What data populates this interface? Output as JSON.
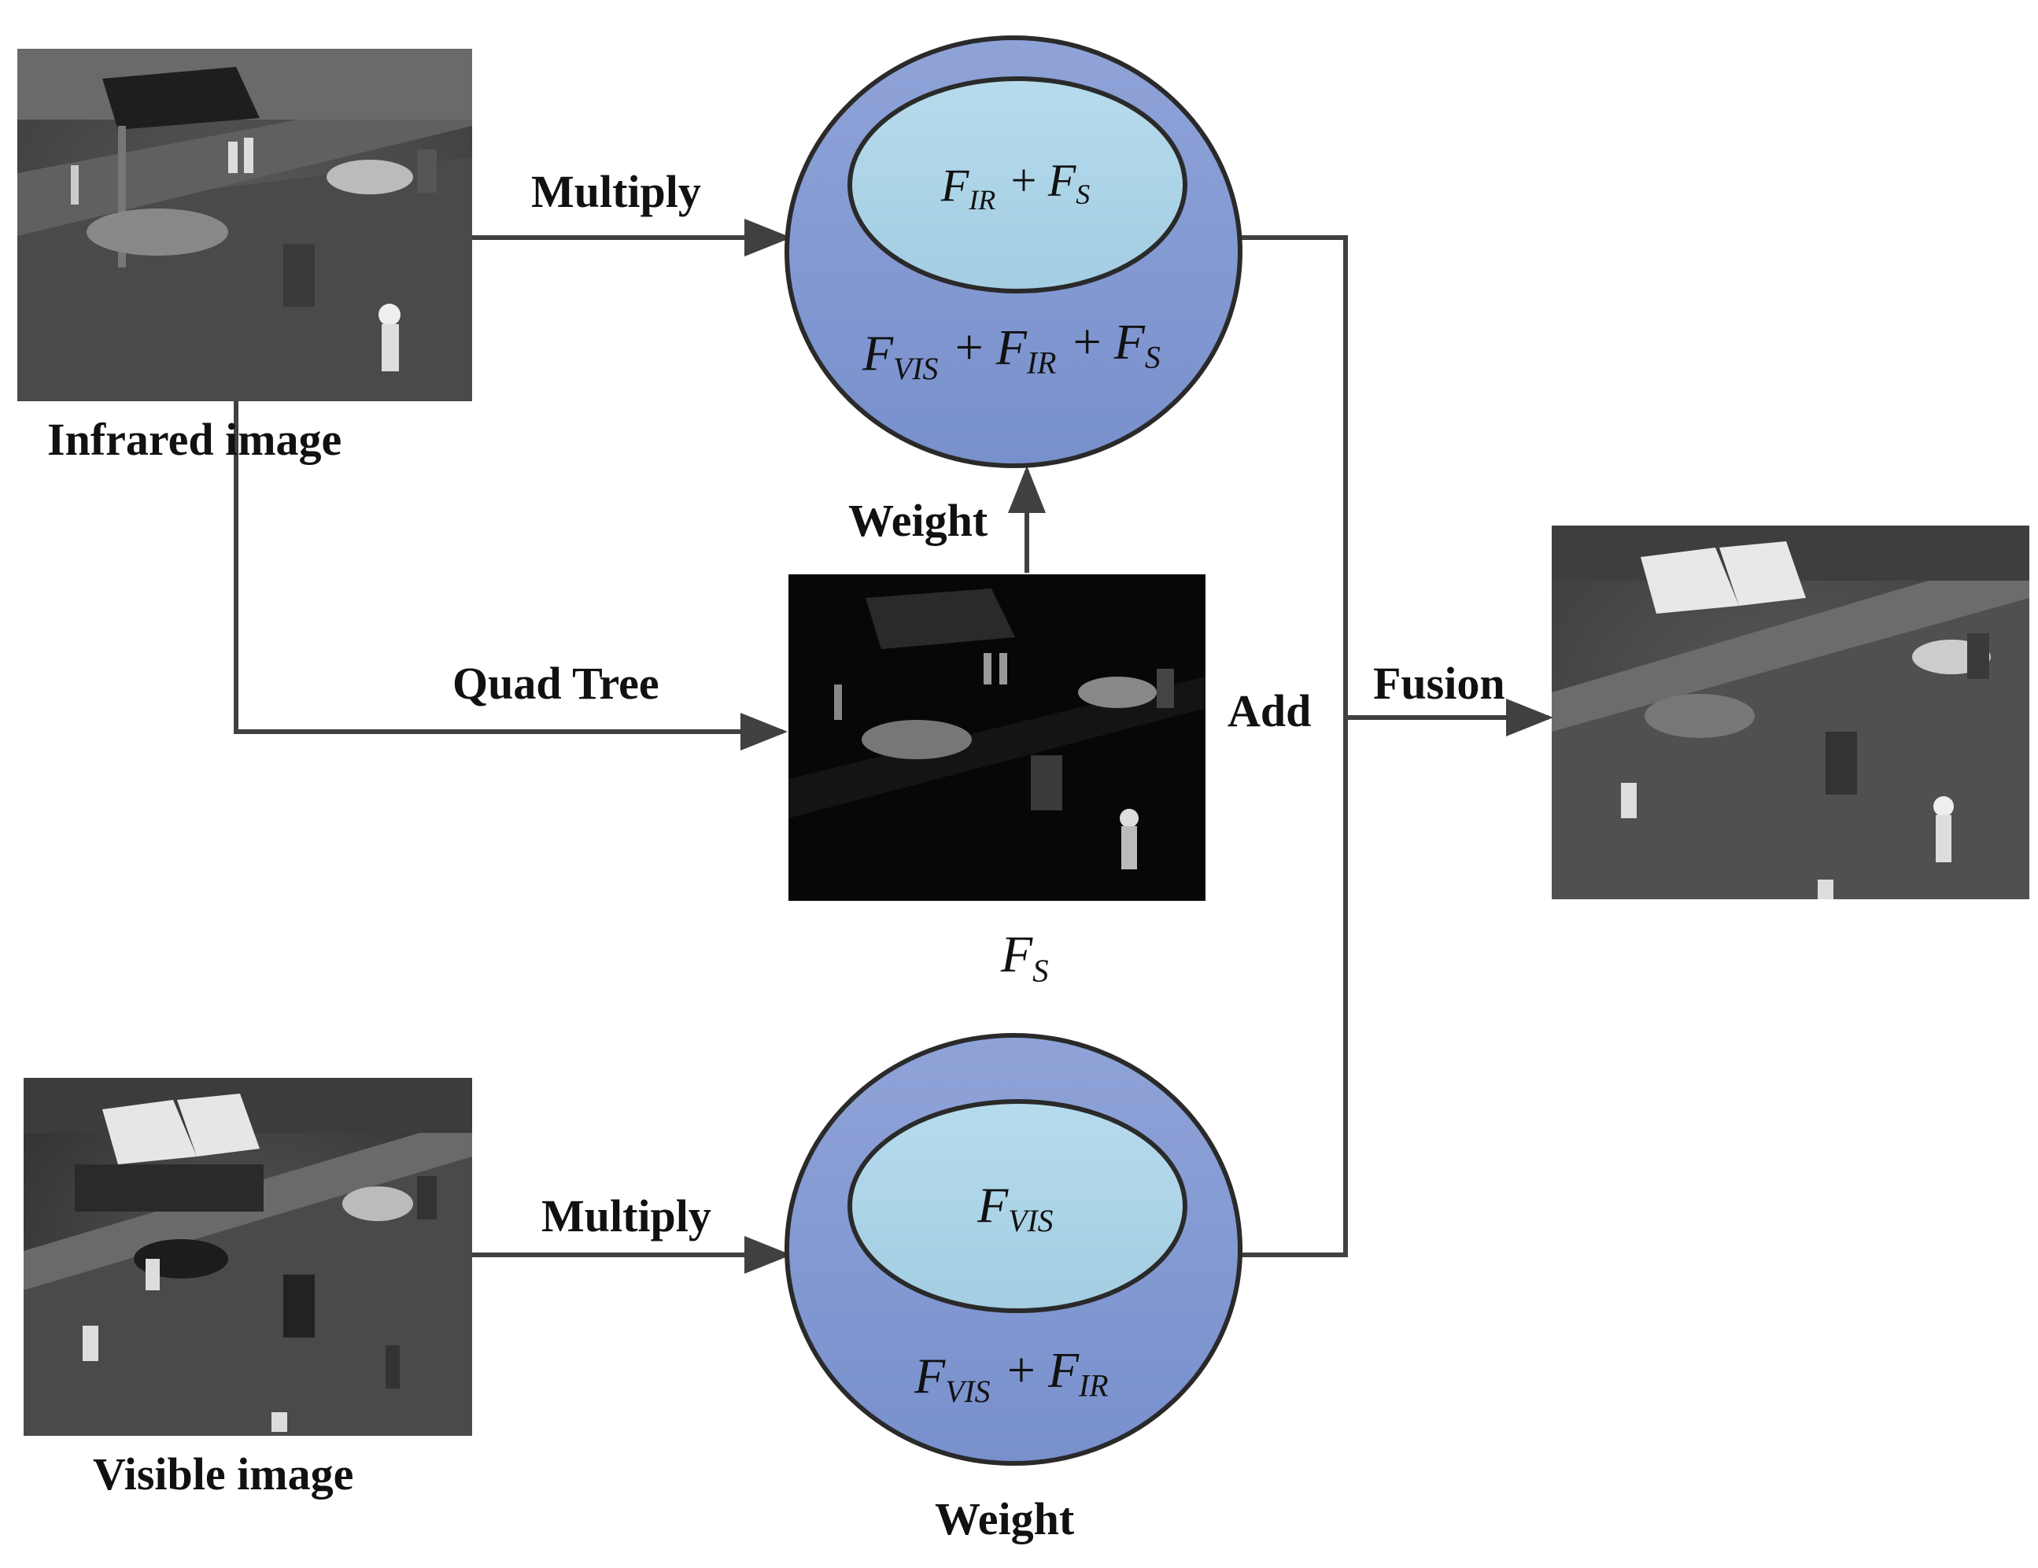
{
  "nodes": {
    "infrared": {
      "label": "Infrared image",
      "icon": "infrared-street-photo"
    },
    "visible": {
      "label": "Visible image",
      "icon": "visible-street-photo"
    },
    "saliency": {
      "label_base": "F",
      "label_sub": "S",
      "icon": "saliency-map-photo"
    },
    "fusion_result": {
      "icon": "fused-street-photo"
    },
    "upper_weight": {
      "inner": [
        {
          "b": "F",
          "s": "IR"
        },
        {
          "op": "+"
        },
        {
          "b": "F",
          "s": "S"
        }
      ],
      "outer": [
        {
          "b": "F",
          "s": "VIS"
        },
        {
          "op": "+"
        },
        {
          "b": "F",
          "s": "IR"
        },
        {
          "op": "+"
        },
        {
          "b": "F",
          "s": "S"
        }
      ]
    },
    "lower_weight": {
      "inner": [
        {
          "b": "F",
          "s": "VIS"
        }
      ],
      "outer": [
        {
          "b": "F",
          "s": "VIS"
        },
        {
          "op": "+"
        },
        {
          "b": "F",
          "s": "IR"
        }
      ]
    }
  },
  "edges": {
    "multiply_top": "Multiply",
    "multiply_bottom": "Multiply",
    "quad_tree": "Quad Tree",
    "weight_up": "Weight",
    "weight_bottom": "Weight",
    "add": "Add",
    "fusion": "Fusion"
  },
  "colors": {
    "outer_circle": "#8096cf",
    "inner_ellipse": "#a9d1e4",
    "arrow": "#404040",
    "text": "#111111"
  }
}
